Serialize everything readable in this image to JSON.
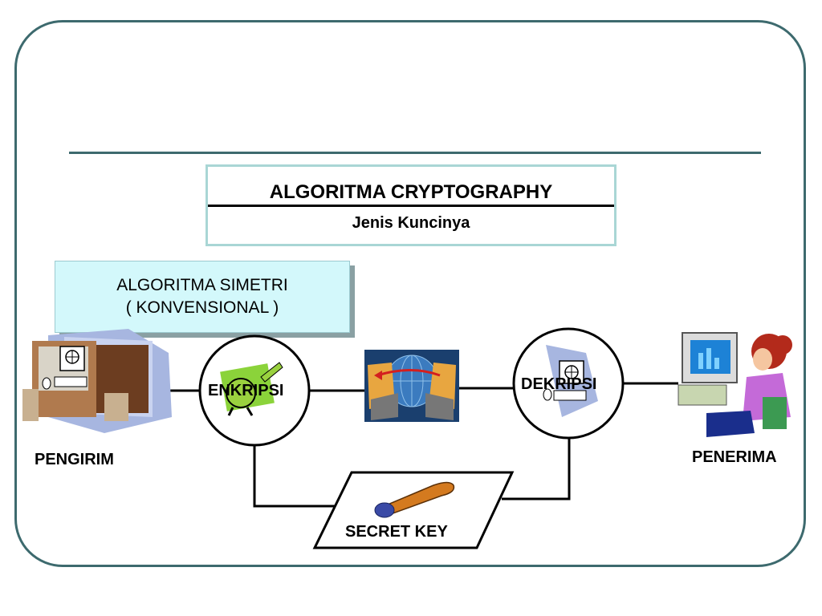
{
  "title": {
    "main": "ALGORITMA CRYPTOGRAPHY",
    "sub": "Jenis Kuncinya"
  },
  "symmetric_box": {
    "line1": "ALGORITMA SIMETRI",
    "line2": "( KONVENSIONAL )"
  },
  "nodes": {
    "sender": "PENGIRIM",
    "encrypt": "ENKRIPSI",
    "decrypt": "DEKRIPSI",
    "receiver": "PENERIMA",
    "key": "SECRET KEY"
  },
  "colors": {
    "frame": "#3d6a6e",
    "title_border": "#a9d6d5",
    "symmetric_fill": "#d3f8fb"
  }
}
